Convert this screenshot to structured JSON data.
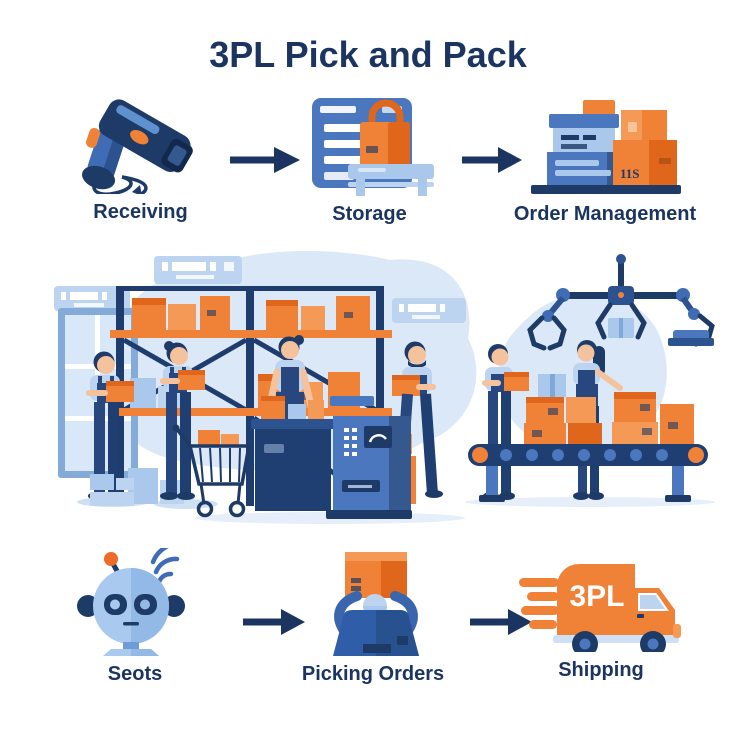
{
  "title": "3PL Pick and Pack",
  "colors": {
    "navy": "#1c3560",
    "orange": "#f08238",
    "blue": "#4a77bd",
    "light_blue": "#bcd4ef",
    "background": "#ffffff"
  },
  "top_row": {
    "steps": [
      {
        "label": "Receiving",
        "icon": "barcode-scanner-icon"
      },
      {
        "label": "Storage",
        "icon": "storage-rack-icon"
      },
      {
        "label": "Order Management",
        "icon": "stacked-boxes-icon",
        "box_text": "11S"
      }
    ]
  },
  "middle": {
    "name": "warehouse-illustration",
    "description": "Workers in blue overalls picking and packing orange boxes in a warehouse with storage racks, a packing station, a shopping cart, a robotic gantry arm and a conveyor belt"
  },
  "bottom_row": {
    "steps": [
      {
        "label": "Seots",
        "icon": "robot-icon"
      },
      {
        "label": "Picking Orders",
        "icon": "order-picker-icon"
      },
      {
        "label": "Shipping",
        "icon": "delivery-truck-icon",
        "truck_text": "3PL"
      }
    ]
  }
}
